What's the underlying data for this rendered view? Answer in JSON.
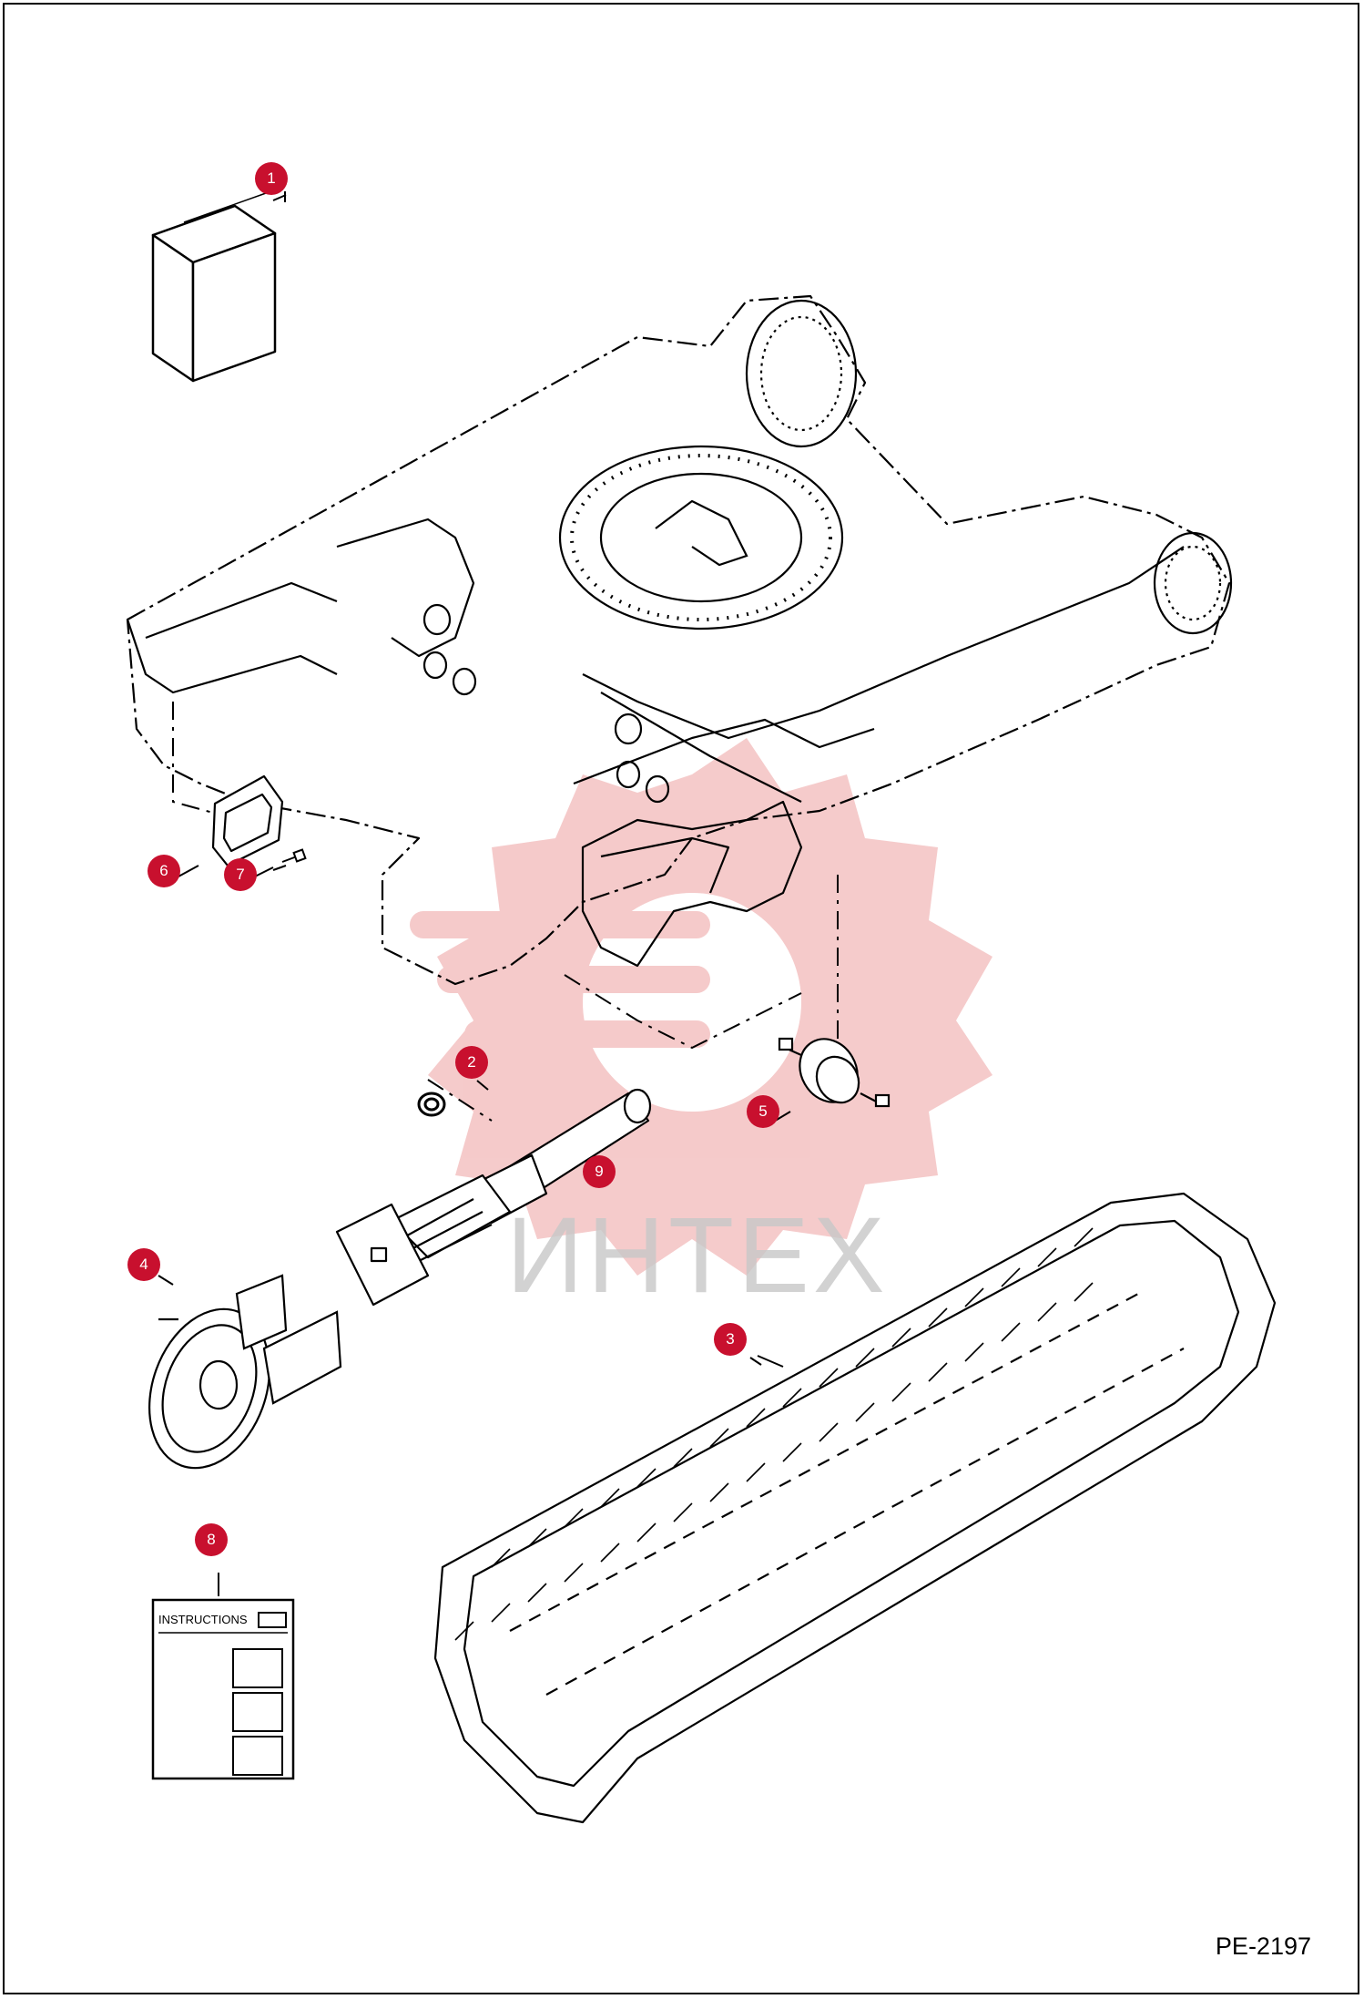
{
  "drawing_code": "PE-2197",
  "watermark": "ИНТЕХ",
  "instruction_sheet_title": "INSTRUCTIONS",
  "colors": {
    "callout": "#c8102e",
    "watermark_logo": "#f2b9b9",
    "line": "#000000"
  },
  "callouts": [
    {
      "label": "1",
      "part": "kit-box"
    },
    {
      "label": "2",
      "part": "seal-ring"
    },
    {
      "label": "3",
      "part": "rubber-track"
    },
    {
      "label": "4",
      "part": "front-idler"
    },
    {
      "label": "5",
      "part": "track-roller"
    },
    {
      "label": "6",
      "part": "cover-plate"
    },
    {
      "label": "7",
      "part": "bolt"
    },
    {
      "label": "8",
      "part": "instruction-sheet"
    },
    {
      "label": "9",
      "part": "track-adjuster"
    }
  ]
}
